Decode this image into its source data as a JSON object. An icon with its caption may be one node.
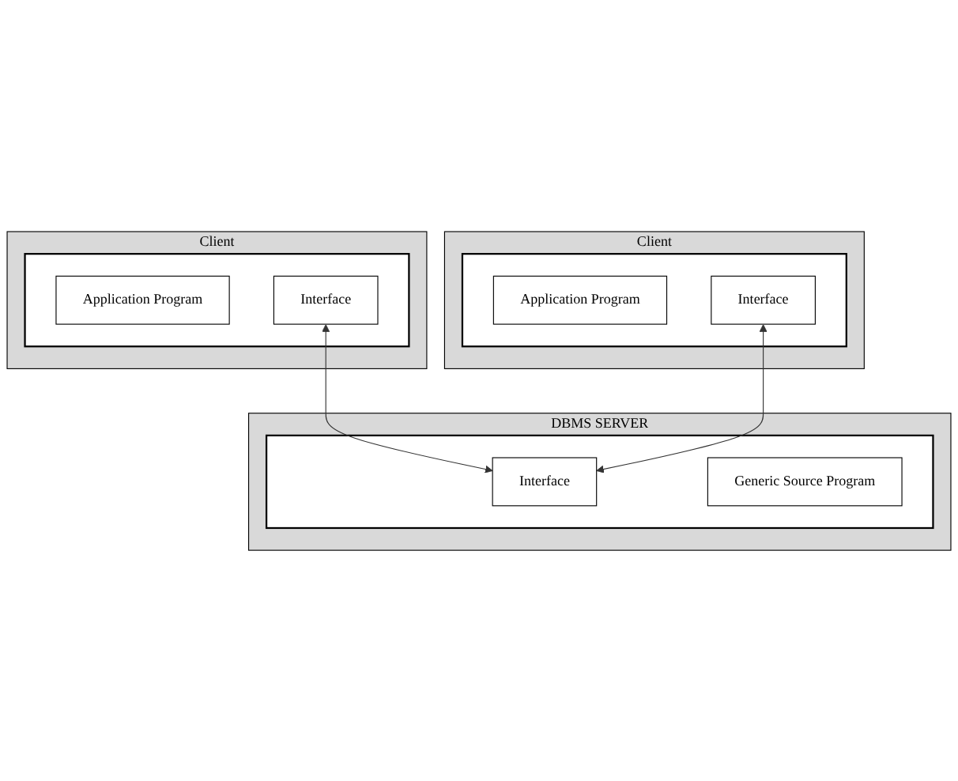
{
  "diagram": {
    "nodes": [
      {
        "text": [
          "Client"
        ]
      },
      {
        "text": [],
        "shape": "box",
        "in": 0
      },
      {
        "text": [
          "Application Program"
        ],
        "in": 1
      },
      {
        "text": [
          "Interface"
        ],
        "in": 1
      },
      {
        "text": [
          "Client"
        ]
      },
      {
        "text": [],
        "shape": "box",
        "in": 4
      },
      {
        "text": [
          "Application Program"
        ],
        "in": 5
      },
      {
        "text": [
          "Interface"
        ],
        "in": 5
      },
      {
        "text": [
          "DBMS SERVER"
        ]
      },
      {
        "text": [],
        "shape": "box",
        "in": 8
      },
      {
        "text": [
          "Interface"
        ],
        "in": 9
      },
      {
        "text": [
          "Generic Source Program"
        ],
        "in": 9
      }
    ],
    "edges": [
      {
        "from": 3,
        "to": 10,
        "arrow": "both"
      },
      {
        "from": 7,
        "to": 10,
        "arrow": "both"
      }
    ]
  }
}
